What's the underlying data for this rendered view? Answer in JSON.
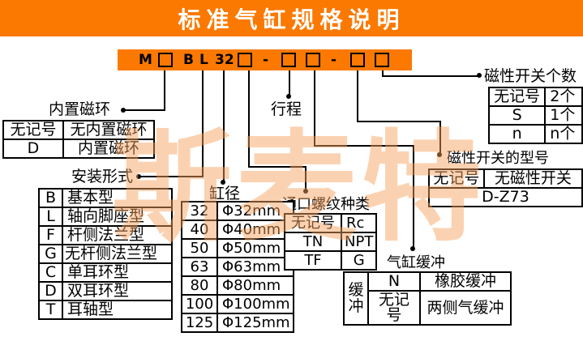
{
  "title": "标准气缸规格说明",
  "colors": {
    "accent_orange": "#fb7900",
    "watermark": "#f6a05c",
    "line": "#000000"
  },
  "watermark": {
    "text": "斯麦特"
  },
  "banner": {
    "m": "M",
    "b": "B",
    "l": "L",
    "bore": "32",
    "dash1": "-",
    "dash2": "-"
  },
  "labels": {
    "magnet_ring": "内置磁环",
    "mounting": "安装形式",
    "bore": "缸径",
    "stroke": "行程",
    "port_thread": "通口螺纹种类",
    "cushion": "气缸缓冲",
    "switch_model": "磁性开关的型号",
    "switch_count": "磁性开关个数"
  },
  "tables": {
    "magnet_ring": {
      "rows": [
        [
          "无记号",
          "无内置磁环"
        ],
        [
          "D",
          "内置磁环"
        ]
      ]
    },
    "mounting": {
      "rows": [
        [
          "B",
          "基本型"
        ],
        [
          "L",
          "轴向脚座型"
        ],
        [
          "F",
          "杆侧法兰型"
        ],
        [
          "G",
          "无杆侧法兰型"
        ],
        [
          "C",
          "单耳环型"
        ],
        [
          "D",
          "双耳环型"
        ],
        [
          "T",
          "耳轴型"
        ]
      ]
    },
    "bore": {
      "rows": [
        [
          "32",
          "Φ32mm"
        ],
        [
          "40",
          "Φ40mm"
        ],
        [
          "50",
          "Φ50mm"
        ],
        [
          "63",
          "Φ63mm"
        ],
        [
          "80",
          "Φ80mm"
        ],
        [
          "100",
          "Φ100mm"
        ],
        [
          "125",
          "Φ125mm"
        ]
      ]
    },
    "port_thread": {
      "rows": [
        [
          "无记号",
          "Rc"
        ],
        [
          "TN",
          "NPT"
        ],
        [
          "TF",
          "G"
        ]
      ]
    },
    "switch_model": {
      "rows": [
        [
          "无记号",
          "无磁性开关"
        ]
      ],
      "merged_row": "D-Z73"
    },
    "switch_count": {
      "rows": [
        [
          "无记号",
          "2个"
        ],
        [
          "S",
          "1个"
        ],
        [
          "n",
          "n个"
        ]
      ]
    },
    "cushion": {
      "side_label": "缓冲",
      "rows": [
        [
          "N",
          "橡胶缓冲"
        ],
        [
          "无记号",
          "两侧气缓冲"
        ]
      ]
    }
  }
}
